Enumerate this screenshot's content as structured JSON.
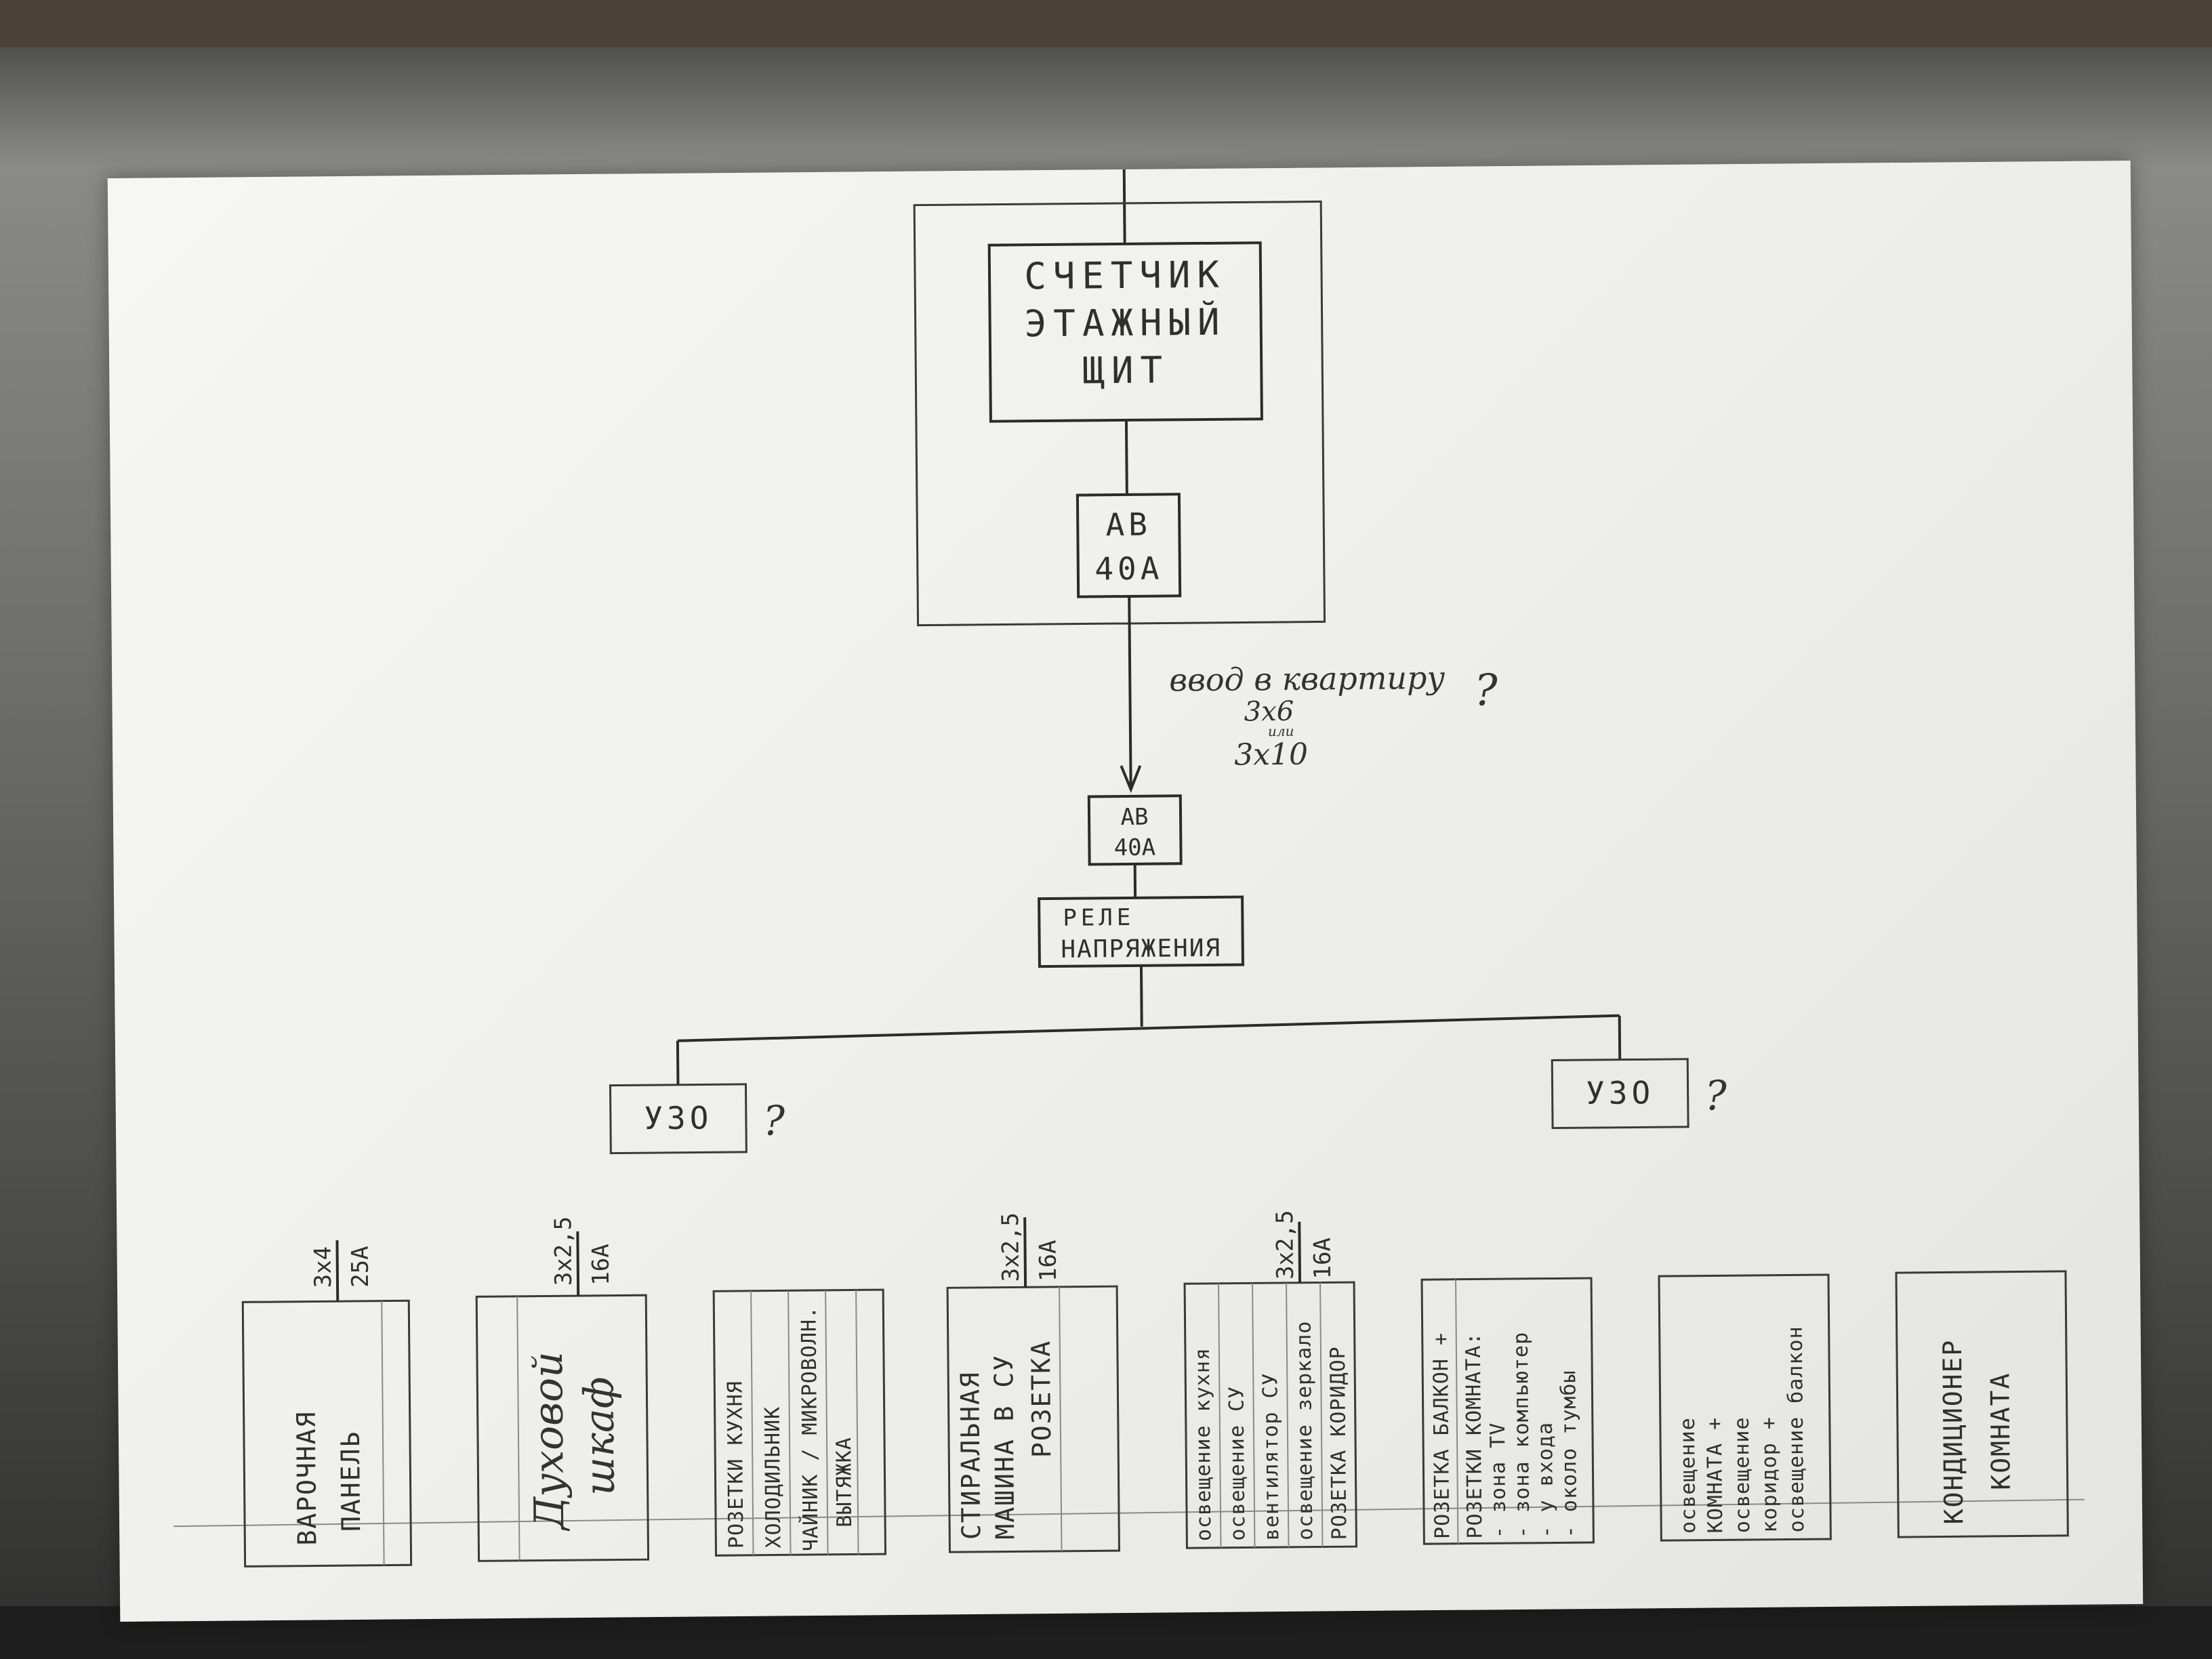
{
  "meter_box": {
    "line1": "СЧЕТЧИК",
    "line2": "ЭТАЖНЫЙ",
    "line3": "ЩИТ"
  },
  "breaker_main": {
    "line1": "АВ",
    "line2": "40А"
  },
  "feed_label": {
    "line1": "ввод в квартиру",
    "line2": "3х6",
    "line3": "или",
    "line4": "3х10",
    "mark": "?"
  },
  "breaker_apt": {
    "line1": "АВ",
    "line2": "40А"
  },
  "relay": {
    "line1": "РЕЛЕ",
    "line2": "НАПРЯЖЕНИЯ"
  },
  "rcd_left": {
    "label": "УЗО",
    "mark": "?"
  },
  "rcd_right": {
    "label": "УЗО",
    "mark": "?"
  },
  "circuits": [
    {
      "cable": "3х4",
      "breaker": "25А",
      "lines": [
        "ВАРОЧНАЯ",
        "ПАНЕЛЬ"
      ]
    },
    {
      "cable": "3х2,5",
      "breaker": "16А",
      "lines": [
        "Духовой",
        "шкаф"
      ]
    },
    {
      "cable": "",
      "breaker": "",
      "lines": [
        "РОЗЕТКИ КУХНЯ",
        "ХОЛОДИЛЬНИК",
        "ЧАЙНИК / МИКРОВОЛН.",
        "ВЫТЯЖКА"
      ]
    },
    {
      "cable": "3х2,5",
      "breaker": "16А",
      "lines": [
        "СТИРАЛЬНАЯ",
        "МАШИНА В СУ",
        "РОЗЕТКА"
      ]
    },
    {
      "cable": "3х2,5",
      "breaker": "16А",
      "lines": [
        "освещение кухня",
        "освещение СУ",
        "вентилятор СУ",
        "освещение зеркало",
        "РОЗЕТКА КОРИДОР"
      ]
    },
    {
      "cable": "",
      "breaker": "",
      "lines": [
        "РОЗЕТКА БАЛКОН +",
        "РОЗЕТКИ КОМНАТА:",
        "- зона TV",
        "- зона компьютер",
        "- у входа",
        "- около тумбы"
      ]
    },
    {
      "cable": "",
      "breaker": "",
      "lines": [
        "освещение",
        "КОМНАТА +",
        "освещение",
        "коридор +",
        "освещение балкон"
      ]
    },
    {
      "cable": "",
      "breaker": "",
      "lines": [
        "КОНДИЦИОНЕР",
        "КОМНАТА"
      ]
    }
  ]
}
